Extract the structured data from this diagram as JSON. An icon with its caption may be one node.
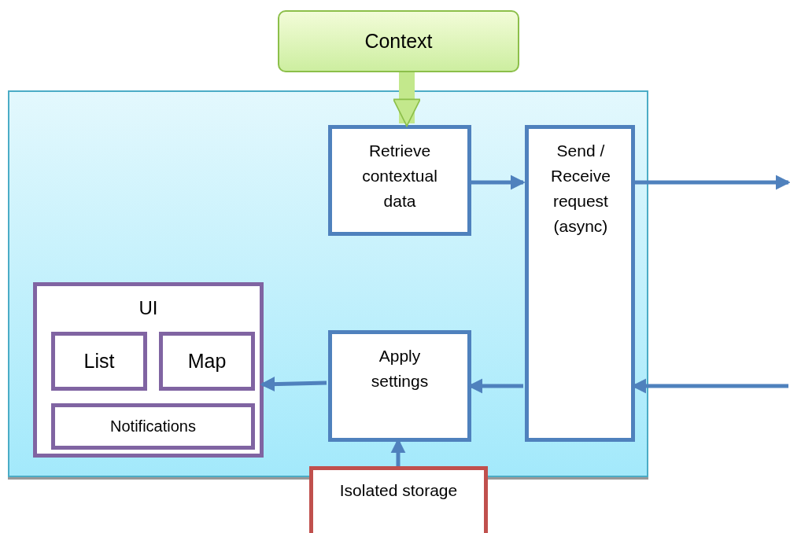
{
  "diagram": {
    "nodes": [
      {
        "text": [
          "Context"
        ]
      },
      {
        "text": [],
        "shape": "box"
      },
      {
        "text": [
          "Retrieve contextual data"
        ],
        "in": 1
      },
      {
        "text": [
          "Send / Receive request (async)"
        ],
        "in": 1
      },
      {
        "text": [
          "UI"
        ],
        "in": 1
      },
      {
        "text": [
          "List"
        ],
        "in": 4
      },
      {
        "text": [
          "Map"
        ],
        "in": 4
      },
      {
        "text": [
          "Notifications"
        ],
        "in": 4
      },
      {
        "text": [
          "Apply settings"
        ],
        "in": 1
      },
      {
        "text": [
          "Isolated storage"
        ]
      }
    ],
    "edges": [
      {
        "from": 0,
        "to": 2,
        "arrow": "to",
        "style": "thick",
        "color": "#c3e88c"
      },
      {
        "from": 2,
        "to": 3,
        "arrow": "to"
      },
      {
        "from": 3,
        "to": null,
        "arrow": "to"
      },
      {
        "from": null,
        "to": 3,
        "arrow": "to"
      },
      {
        "from": 3,
        "to": 8,
        "arrow": "to"
      },
      {
        "from": 8,
        "to": 4,
        "arrow": "to"
      },
      {
        "from": 9,
        "to": 8,
        "arrow": "to"
      }
    ]
  }
}
